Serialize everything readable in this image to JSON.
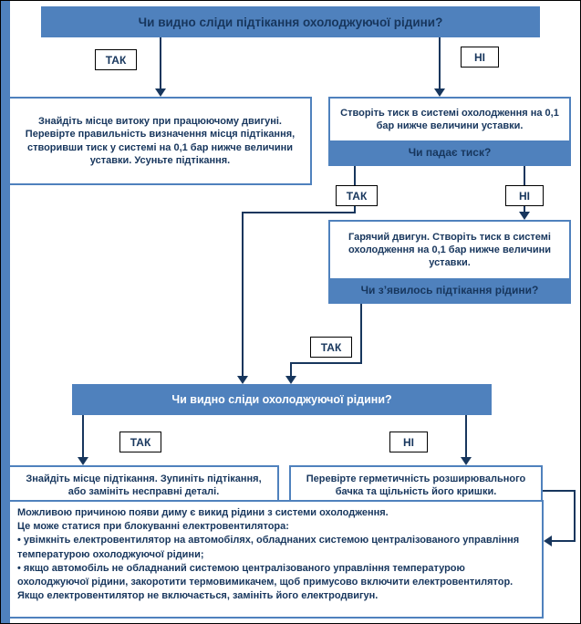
{
  "colors": {
    "box_fill": "#4f81bd",
    "box_border": "#4f81bd",
    "text": "#17365d",
    "connector": "#17365d"
  },
  "nodes": {
    "q1": "Чи видно сліди підтікання охолоджуючої рідини?",
    "left_action": "Знайдіть місце витоку при працюючому двигуні. Перевірте правильність визначення місця підтікання, створивши тиск у системі на 0,1 бар нижче величини уставки. Усуньте підтікання.",
    "right_action": "Створіть тиск в системі охолодження на 0,1 бар нижче величини уставки.",
    "q2": "Чи падає тиск?",
    "mid_action": "Гарячий двигун. Створіть тиск в системі охолодження на 0,1 бар нижче величини уставки.",
    "q3": "Чи з’явилось підтікання рідини?",
    "q4": "Чи видно сліди охолоджуючої рідини?",
    "bottom_left_action": "Знайдіть місце підтікання. Зупиніть підтікання, або замініть несправні деталі.",
    "bottom_right_action": "Перевірте герметичність розширювального бачка та щільність його кришки.",
    "note": {
      "line1": "Можливою причиною появи диму є викид рідини з системи охолодження.",
      "line2": "Це може статися при блокуванні  електровентилятора:",
      "bullet1": "• увімкніть електровентилятор  на автомобілях, обладнаних системою централізованого управління температурою  охолоджуючої рідини;",
      "bullet2": "• якщо автомобіль не обладнаний системою централізованого управління температурою охолоджуючої рідини,  закоротити термовимикачем,  щоб примусово включити електровентилятор.   Якщо електровентилятор  не включається, замініть його електродвигун."
    }
  },
  "labels": {
    "yes1": "ТАК",
    "no1": "НІ",
    "yes2": "ТАК",
    "no2": "НІ",
    "yes3": "ТАК",
    "yes4": "ТАК",
    "no4": "НІ"
  }
}
